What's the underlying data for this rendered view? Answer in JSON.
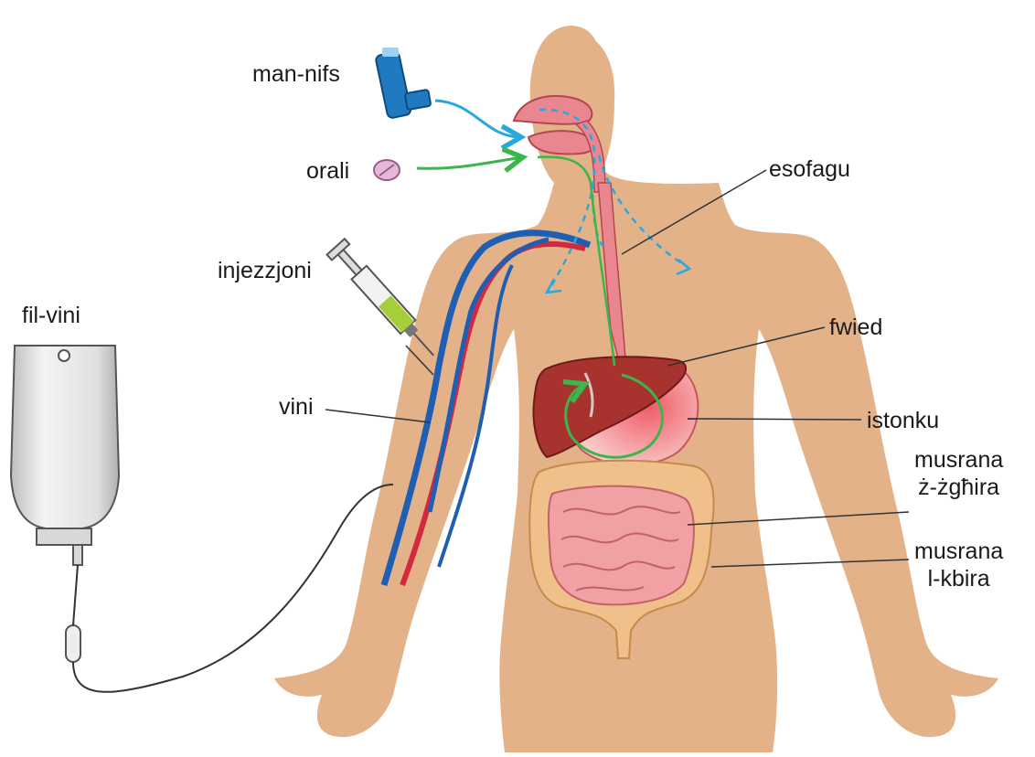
{
  "labels": {
    "inhaler": "man-nifs",
    "oral": "orali",
    "injection": "injezzjoni",
    "iv": "fil-vini",
    "vein": "vini",
    "esophagus": "esofagu",
    "liver": "fwied",
    "stomach": "istonku",
    "small_intestine": "musrana\nż-żgħira",
    "large_intestine": "musrana\nl-kbira"
  },
  "colors": {
    "skin": "#e3b288",
    "vein": "#1f5fb3",
    "artery": "#d4283f",
    "liver": "#a8322e",
    "stomach": "#f3a3a6",
    "small_intestine": "#f1a0a3",
    "large_intestine": "#f0c08a",
    "airway": "#e9868f",
    "inhaler_path": "#29a8e0",
    "oral_path": "#3cb54a",
    "leader_line": "#333333"
  },
  "icons": [
    "inhaler-icon",
    "pill-icon",
    "syringe-icon",
    "iv-bag-icon"
  ]
}
